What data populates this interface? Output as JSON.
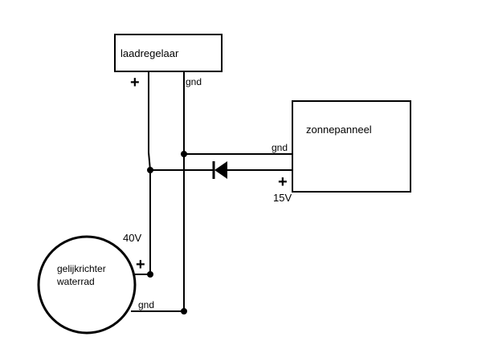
{
  "diagram": {
    "type": "circuit-schematic",
    "components": {
      "charge_controller": {
        "label": "laadregelaar",
        "plus_label": "+",
        "gnd_label": "gnd"
      },
      "solar_panel": {
        "label": "zonnepanneel",
        "gnd_label": "gnd",
        "plus_label": "+",
        "voltage": "15V"
      },
      "water_wheel": {
        "label_line1": "gelijkrichter",
        "label_line2": "waterrad",
        "plus_label": "+",
        "gnd_label": "gnd",
        "voltage": "40V"
      },
      "diode": {
        "name": "diode",
        "direction": "from zonnepanneel + to positive bus"
      }
    },
    "connections": [
      {
        "from": "laadregelaar +",
        "to": "gelijkrichter waterrad +"
      },
      {
        "from": "laadregelaar gnd",
        "to": "gelijkrichter waterrad gnd"
      },
      {
        "from": "zonnepanneel gnd",
        "to": "gnd bus"
      },
      {
        "from": "zonnepanneel +",
        "to": "positive bus",
        "via": "diode"
      }
    ],
    "colors": {
      "line": "#000000",
      "background": "#ffffff"
    }
  }
}
